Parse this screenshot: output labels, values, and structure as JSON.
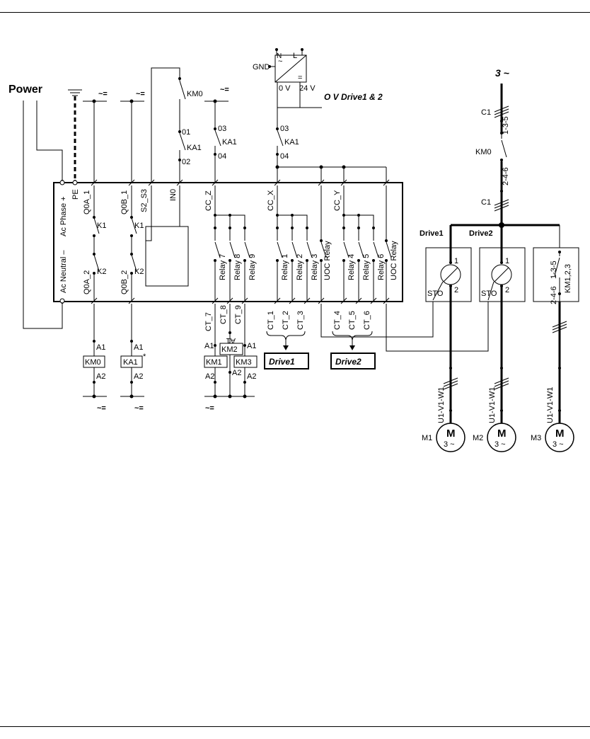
{
  "labels": {
    "power": "Power",
    "three_phase": "3 ~",
    "ac_dc": "~=",
    "ov_drive": "O V Drive1 & 2",
    "gnd": "GND",
    "n": "N",
    "l": "L",
    "zero_v": "0 V",
    "v24": "24 V",
    "ps_ac": "~",
    "ps_dc": "=",
    "km0": "KM0",
    "ka1": "KA1",
    "t01": "01",
    "t02": "02",
    "t03": "03",
    "t04": "04",
    "k1": "K1",
    "k2": "K2",
    "a1": "A1",
    "a2": "A2",
    "km1": "KM1",
    "km2": "KM2",
    "km3": "KM3",
    "ka1_star": "*",
    "c1": "C1",
    "t135": "1-3-5",
    "t246": "2-4-6",
    "drive1": "Drive1",
    "drive2": "Drive2",
    "km123": "KM1,2,3",
    "sto": "STO",
    "n1": "1",
    "n2": "2",
    "u1v1w1": "U1-V1-W1",
    "m": "M",
    "m_sub": "3 ~",
    "m1": "M1",
    "m2": "M2",
    "m3": "M3",
    "ac_phase": "Ac Phase +",
    "ac_neutral": "Ac Neutral –",
    "pe": "PE",
    "q0a_1": "Q0A_1",
    "q0a_2": "Q0A_2",
    "q0b_1": "Q0B_1",
    "q0b_2": "Q0B_2",
    "s2_s3": "S2_S3",
    "in0": "IN0",
    "cc_z": "CC_Z",
    "cc_x": "CC_X",
    "cc_y": "CC_Y",
    "relay7": "Relay 7",
    "relay8": "Relay 8",
    "relay9": "Relay 9",
    "relay1": "Relay 1",
    "relay2": "Relay 2",
    "relay3": "Relay 3",
    "relay4": "Relay 4",
    "relay5": "Relay 5",
    "relay6": "Relay 6",
    "uoc_relay": "UOC Relay",
    "ct7": "CT_7",
    "ct8": "CT_8",
    "ct9": "CT_9",
    "ct1": "CT_1",
    "ct2": "CT_2",
    "ct3": "CT_3",
    "ct4": "CT_4",
    "ct5": "CT_5",
    "ct6": "CT_6",
    "drive1_box": "Drive1",
    "drive2_box": "Drive2"
  }
}
